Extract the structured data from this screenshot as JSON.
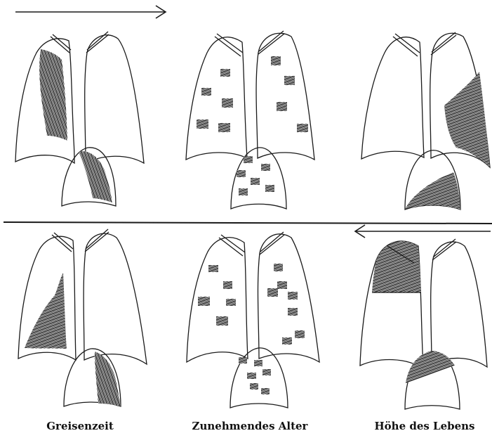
{
  "captions": {
    "left": "Greisenzeit",
    "middle": "Zunehmendes Alter",
    "right": "Höhe des Lebens"
  },
  "colors": {
    "ink": "#1a1a1a",
    "paper": "#ffffff"
  }
}
